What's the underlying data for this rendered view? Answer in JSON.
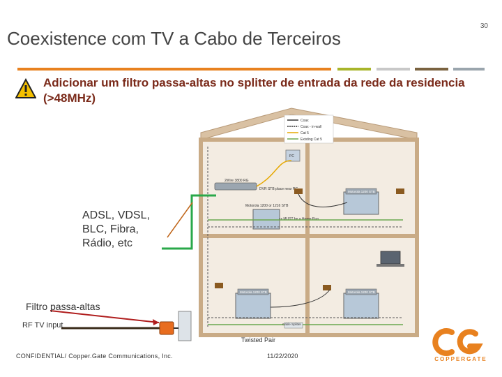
{
  "slide": {
    "number": "30",
    "title": "Coexistence com TV a Cabo de Terceiros"
  },
  "accent_bars": [
    {
      "color": "#e8811f"
    },
    {
      "color": "#a8b52a"
    },
    {
      "color": "#c8c8c8"
    },
    {
      "color": "#7a6240"
    },
    {
      "color": "#9aa5ad"
    }
  ],
  "bullet": {
    "icon": "warning-icon",
    "text": "Adicionar um filtro passa-altas no splitter de entrada da rede da residencia (>48MHz)"
  },
  "annotations": {
    "access_types_lines": [
      "ADSL, VDSL,",
      "BLC, Fibra,",
      "Rádio, etc"
    ],
    "filter_label": "Filtro passa-altas",
    "rf_label": "RF TV input",
    "twisted_pair_label": "Twisted Pair"
  },
  "diagram": {
    "legend": [
      "Coax",
      "Coax - in-wall",
      "Cat 5",
      "Existing Cat 5"
    ],
    "labels": {
      "pc": "PC",
      "rg": "2Wire 3800 RG",
      "dvr": "DVR STB place near RG",
      "stb_1216": "Motorola 1200 or 1216 STB",
      "note": "*NID to RG coax MUST be a Home-Run",
      "stb_top_right": "Motorola 1200 STB",
      "stb_bottom_left": "Motorola 1200 STB",
      "stb_bottom_right": "Motorola 1200 STB",
      "splitter": "Cable Splitter"
    }
  },
  "footer": {
    "confidential": "CONFIDENTIAL/ Copper.Gate Communications, Inc.",
    "date": "11/22/2020",
    "logo_text": "COPPERGATE"
  }
}
